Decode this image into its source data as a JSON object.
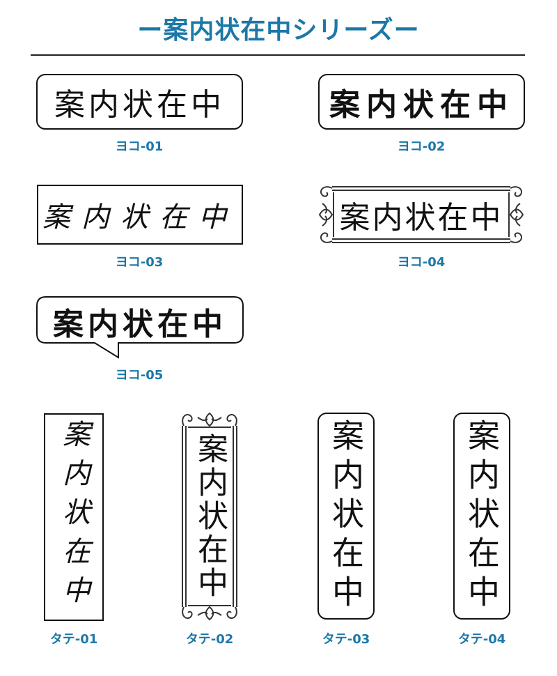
{
  "page": {
    "title": "ー案内状在中シリーズー"
  },
  "stamps": [
    {
      "text": "案内状在中",
      "caption": "ヨコ-01"
    },
    {
      "text": "案内状在中",
      "caption": "ヨコ-02"
    },
    {
      "text": "案内状在中",
      "caption": "ヨコ-03"
    },
    {
      "text": "案内状在中",
      "caption": "ヨコ-04"
    },
    {
      "text": "案内状在中",
      "caption": "ヨコ-05"
    },
    {
      "text": "案内状在中",
      "caption": "タテ-01"
    },
    {
      "text": "案内状在中",
      "caption": "タテ-02"
    },
    {
      "text": "案内状在中",
      "caption": "タテ-03"
    },
    {
      "text": "案内状在中",
      "caption": "タテ-04"
    }
  ],
  "colors": {
    "accent": "#1b78a8",
    "ink": "#111111",
    "background": "#ffffff"
  }
}
